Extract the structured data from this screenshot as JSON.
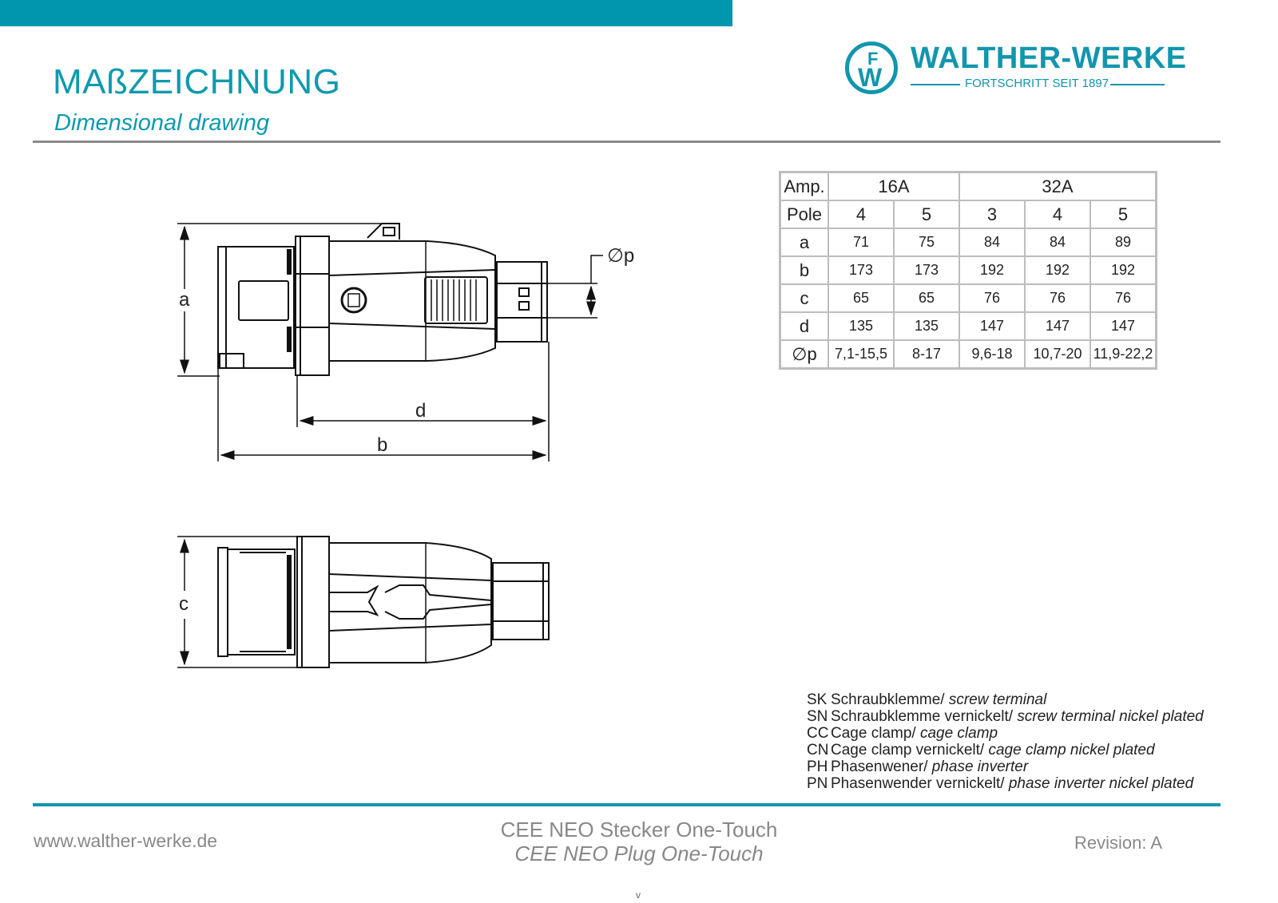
{
  "header": {
    "title": "MAßZEICHNUNG",
    "subtitle": "Dimensional drawing",
    "accent_color": "#0096ad"
  },
  "logo": {
    "mark_letters": [
      "F",
      "W"
    ],
    "name": "WALTHER-WERKE",
    "tagline": "FORTSCHRITT SEIT 1897"
  },
  "drawing": {
    "side_view_labels": {
      "a": "a",
      "b": "b",
      "d": "d",
      "p": "∅p"
    },
    "top_view_labels": {
      "c": "c"
    }
  },
  "table": {
    "amp_label": "Amp.",
    "amp_groups": [
      {
        "label": "16A",
        "span": 2
      },
      {
        "label": "32A",
        "span": 3
      }
    ],
    "pole_label": "Pole",
    "poles": [
      "4",
      "5",
      "3",
      "4",
      "5"
    ],
    "rows": [
      {
        "label": "a",
        "values": [
          "71",
          "75",
          "84",
          "84",
          "89"
        ]
      },
      {
        "label": "b",
        "values": [
          "173",
          "173",
          "192",
          "192",
          "192"
        ]
      },
      {
        "label": "c",
        "values": [
          "65",
          "65",
          "76",
          "76",
          "76"
        ]
      },
      {
        "label": "d",
        "values": [
          "135",
          "135",
          "147",
          "147",
          "147"
        ]
      },
      {
        "label": "∅p",
        "values": [
          "7,1-15,5",
          "8-17",
          "9,6-18",
          "10,7-20",
          "11,9-22,2"
        ]
      }
    ]
  },
  "legend": [
    {
      "code": "SK",
      "de": "Schraubklemme/",
      "en": "screw terminal"
    },
    {
      "code": "SN",
      "de": "Schraubklemme vernickelt/",
      "en": "screw terminal nickel plated"
    },
    {
      "code": "CC",
      "de": "Cage clamp/",
      "en": "cage clamp"
    },
    {
      "code": "CN",
      "de": "Cage clamp vernickelt/",
      "en": "cage clamp nickel plated"
    },
    {
      "code": "PH",
      "de": "Phasenwener/",
      "en": "phase inverter"
    },
    {
      "code": "PN",
      "de": "Phasenwender vernickelt/",
      "en": "phase inverter nickel plated"
    }
  ],
  "footer": {
    "url": "www.walther-werke.de",
    "product_de": "CEE NEO Stecker One-Touch",
    "product_en": "CEE NEO Plug One-Touch",
    "revision": "Revision: A",
    "page_mark": "v"
  }
}
